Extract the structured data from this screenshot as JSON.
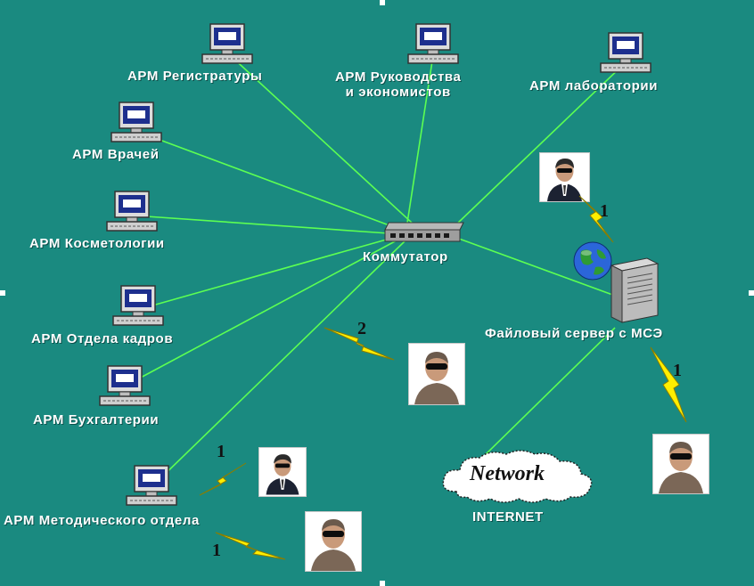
{
  "colors": {
    "background": "#1a8a80",
    "link": "#5cff52",
    "label": "#ffffff",
    "bolt": "#ffee00"
  },
  "nodes": {
    "arm_registratury": "АРМ Регистратуры",
    "arm_rukovodstva_line1": "АРМ Руководства",
    "arm_rukovodstva_line2": "и экономистов",
    "arm_laboratorii": "АРМ лаборатории",
    "arm_vrachey": "АРМ Врачей",
    "arm_kosmetologii": "АРМ Косметологии",
    "arm_otdela_kadrov": "АРМ Отдела кадров",
    "arm_buhgalterii": "АРМ Бухгалтерии",
    "arm_metodicheskogo": "АРМ Методического отдела",
    "switch": "Коммутатор",
    "file_server": "Файловый сервер с МСЭ",
    "network": "Network",
    "internet": "INTERNET"
  },
  "threats": {
    "bolt_top_right": "1",
    "bolt_middle": "2",
    "bolt_server": "1",
    "bolt_bottom_upper": "1",
    "bolt_bottom_lower": "1"
  },
  "icons": [
    "computer-icon",
    "switch-icon",
    "server-icon",
    "globe-icon",
    "cloud-icon",
    "person-icon",
    "lightning-bolt-icon"
  ]
}
